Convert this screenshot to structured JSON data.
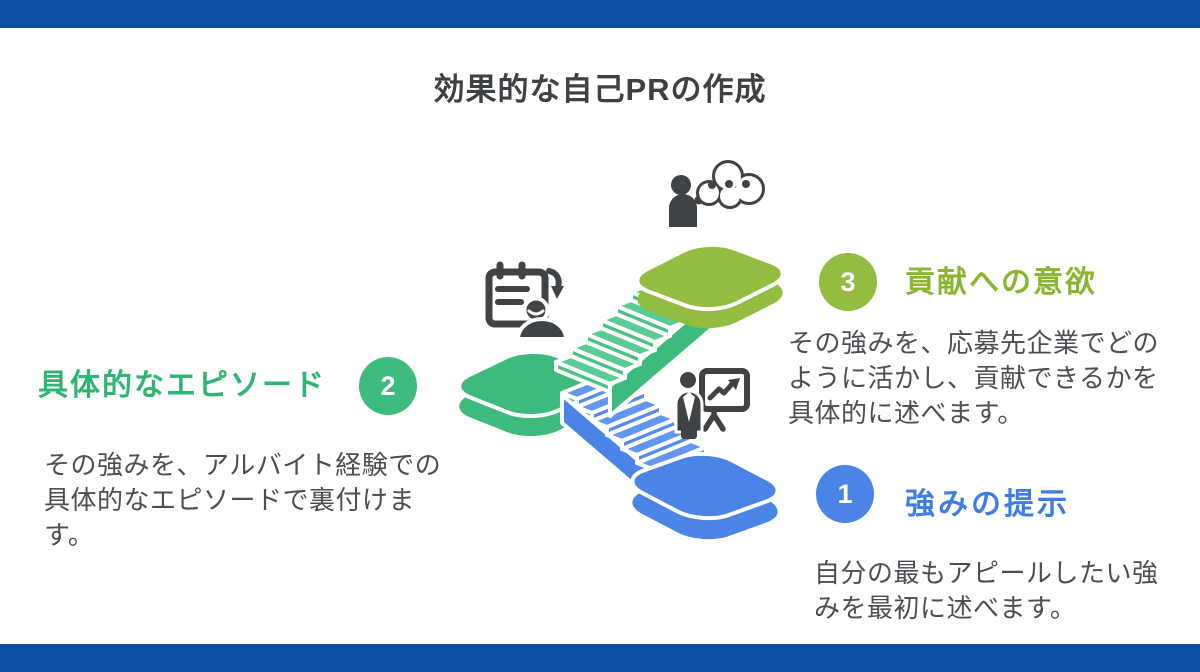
{
  "slide": {
    "title": "効果的な自己PRの作成"
  },
  "colors": {
    "bar_blue": "#0b4ea6",
    "green": "#3cbb7d",
    "green_lt": "#5acb93",
    "green_md": "#47c286",
    "green_text": "#2fb573",
    "olive": "#93bd41",
    "olive_text": "#8ab52e",
    "blue": "#4a84e7",
    "blue_lt": "#6296f1",
    "blue_md": "#548bed",
    "blue_text": "#3e7de6",
    "icon_dark": "#3f4346",
    "body_text": "#4b4e52",
    "title_text": "#3d4144"
  },
  "steps": [
    {
      "number": "1",
      "label": "強みの提示",
      "description": "自分の最もアピールしたい強みを最初に述べます。",
      "icon": "presenter-chart-icon"
    },
    {
      "number": "2",
      "label": "具体的なエピソード",
      "description": "その強みを、アルバイト経験での具体的なエピソードで裏付けます。",
      "icon": "clipboard-person-icon"
    },
    {
      "number": "3",
      "label": "貢献への意欲",
      "description": "その強みを、応募先企業でどのように活かし、貢献できるかを具体的に述べます。",
      "icon": "thinking-person-icon"
    }
  ]
}
